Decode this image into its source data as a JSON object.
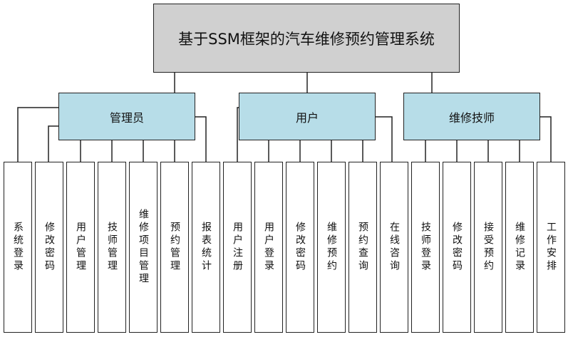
{
  "root": {
    "title": "基于SSM框架的汽车维修预约管理系统"
  },
  "groups": [
    {
      "label": "管理员",
      "children": [
        "系统登录",
        "修改密码",
        "用户管理",
        "技师管理",
        "维修项目管理",
        "预约管理",
        "报表统计"
      ]
    },
    {
      "label": "用户",
      "children": [
        "用户注册",
        "用户登录",
        "修改密码",
        "维修预约",
        "预约查询",
        "在线咨询"
      ]
    },
    {
      "label": "维修技师",
      "children": [
        "技师登录",
        "修改密码",
        "接受预约",
        "维修记录",
        "工作安排"
      ]
    }
  ],
  "colors": {
    "root_fill": "#d0d0d0",
    "group_fill": "#b7dde8",
    "line": "#222222"
  }
}
